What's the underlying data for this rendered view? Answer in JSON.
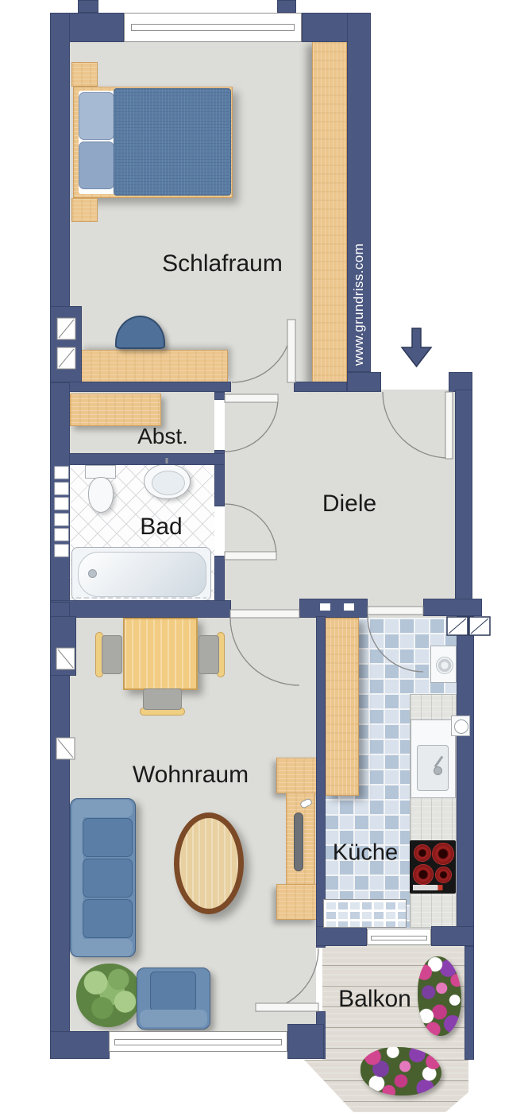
{
  "watermark": {
    "text": "www.grundriss.com"
  },
  "rooms": [
    {
      "id": "schlafraum",
      "label": "Schlafraum"
    },
    {
      "id": "abstellraum",
      "label": "Abst."
    },
    {
      "id": "bad",
      "label": "Bad"
    },
    {
      "id": "diele",
      "label": "Diele"
    },
    {
      "id": "wohnraum",
      "label": "Wohnraum"
    },
    {
      "id": "kueche",
      "label": "Küche"
    },
    {
      "id": "balkon",
      "label": "Balkon"
    }
  ],
  "colors": {
    "wall": "#4b5881",
    "floor": "#dcdcd8",
    "wood": "#ecc68d",
    "kitchen_tile": "#b4c5d8",
    "furniture_blue": "#6b8db1",
    "balcony_plank": "#e0dcd5",
    "stove_burner": "#a32222"
  },
  "icons": {
    "entrance_arrow": "arrow-down"
  }
}
